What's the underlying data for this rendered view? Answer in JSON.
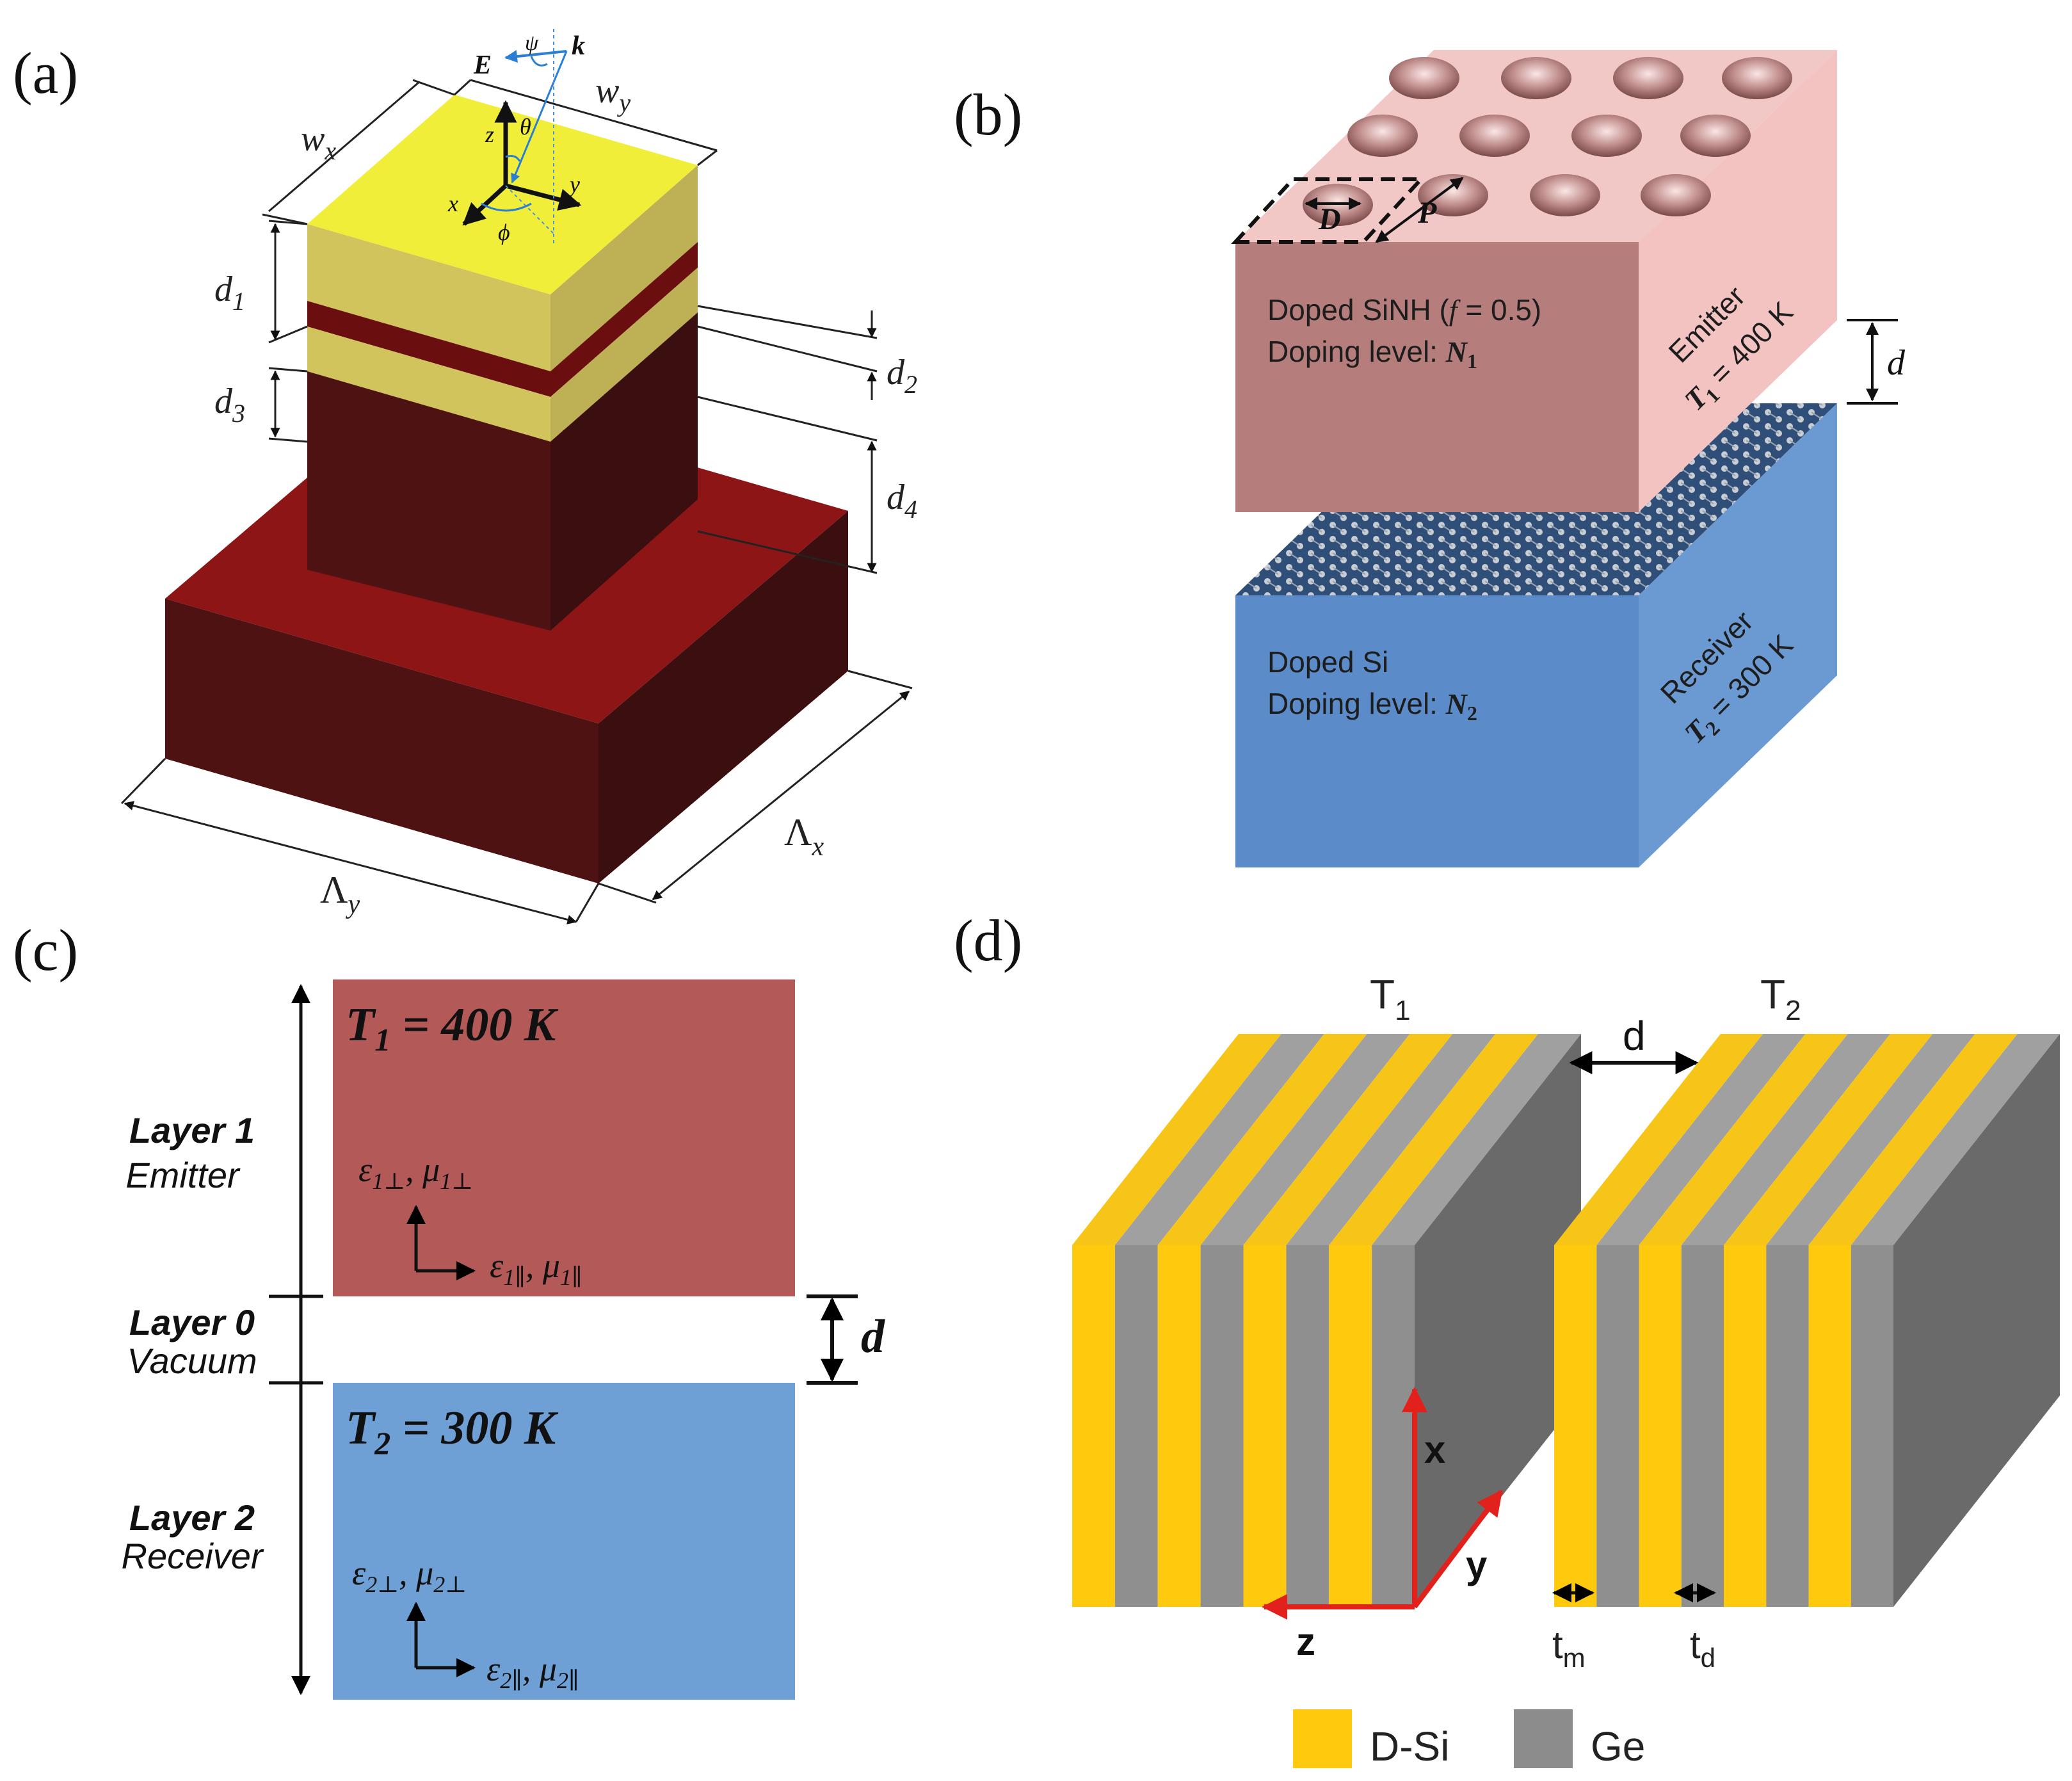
{
  "panel_a": {
    "label": "(a)",
    "E": "E",
    "k": "k",
    "psi": "ψ",
    "theta": "θ",
    "phi": "ϕ",
    "z": "z",
    "x": "x",
    "y": "y",
    "wx": "w",
    "wx_sub": "x",
    "wy": "w",
    "wy_sub": "y",
    "d1": "d",
    "d1_sub": "1",
    "d2": "d",
    "d2_sub": "2",
    "d3": "d",
    "d3_sub": "3",
    "d4": "d",
    "d4_sub": "4",
    "Ly": "Λ",
    "Ly_sub": "y",
    "Lx": "Λ",
    "Lx_sub": "x",
    "colors": {
      "top": "#f1ee3a",
      "front": "#d2c45c",
      "side": "#beb054",
      "band": "#6b0e10",
      "base_top": "#8e1516",
      "base_front": "#4e1212",
      "base_side": "#3b0f0f"
    }
  },
  "panel_b": {
    "label": "(b)",
    "D": "D",
    "P": "P",
    "emitter_line1": "Doped SiNH (",
    "emitter_f": "f",
    "emitter_line1_end": " = 0.5)",
    "emitter_line2": "Doping level: ",
    "emitter_N": "N",
    "emitter_N_sub": "1",
    "emitter_side": "Emitter",
    "emitter_T": "T",
    "emitter_T_sub": "1",
    "emitter_T_val": " = 400 K",
    "gap": "d",
    "receiver_line1": "Doped Si",
    "receiver_line2": "Doping level: ",
    "receiver_N": "N",
    "receiver_N_sub": "2",
    "receiver_side": "Receiver",
    "receiver_T": "T",
    "receiver_T_sub": "2",
    "receiver_T_val": " = 300 K",
    "colors": {
      "emit_top": "#f2c8c6",
      "emit_front": "#b57e7c",
      "emit_side": "#f2c3c1",
      "rec_top": "#3a5f8e",
      "rec_front": "#5b8cc9",
      "rec_side": "#6b99d1"
    }
  },
  "panel_c": {
    "label": "(c)",
    "T1": "T",
    "T1_sub": "1",
    "T1_val": " = 400 K",
    "T2": "T",
    "T2_sub": "2",
    "T2_val": " = 300 K",
    "layer1": "Layer 1",
    "layer1_sub": "Emitter",
    "layer0": "Layer 0",
    "layer0_sub": "Vacuum",
    "layer2": "Layer 2",
    "layer2_sub": "Receiver",
    "gap": "d",
    "eps1_perp": "ε",
    "eps1_perp_sub": "1⊥",
    "mu1_perp": "μ",
    "mu1_perp_sub": "1⊥",
    "eps1_par": "ε",
    "eps1_par_sub": "1∥",
    "mu1_par": "μ",
    "mu1_par_sub": "1∥",
    "eps2_perp": "ε",
    "eps2_perp_sub": "2⊥",
    "mu2_perp": "μ",
    "mu2_perp_sub": "2⊥",
    "eps2_par": "ε",
    "eps2_par_sub": "2∥",
    "mu2_par": "μ",
    "mu2_par_sub": "2∥",
    "colors": {
      "emitter": "#b35a58",
      "receiver": "#6e9fd5"
    }
  },
  "panel_d": {
    "label": "(d)",
    "T1": "T",
    "T1_sub": "1",
    "T2": "T",
    "T2_sub": "2",
    "gap": "d",
    "x": "x",
    "y": "y",
    "z": "z",
    "tm": "t",
    "tm_sub": "m",
    "td": "t",
    "td_sub": "d",
    "legend": [
      {
        "label": "D-Si",
        "color": "#ffc90e"
      },
      {
        "label": "Ge",
        "color": "#8c8c8c"
      }
    ],
    "colors": {
      "yellow": "#ffc90e",
      "gray": "#8f8f8f",
      "yellow_top": "#f7c418",
      "gray_top": "#a0a0a0",
      "side": "#6a6a6a",
      "axis": "#e3211c"
    }
  }
}
